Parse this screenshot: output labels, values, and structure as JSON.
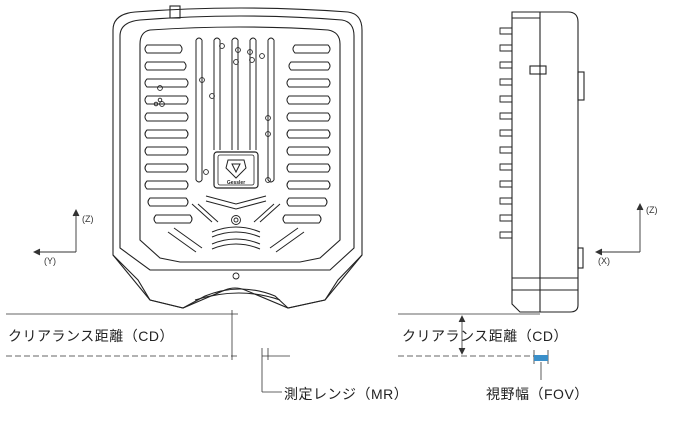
{
  "front_view": {
    "brand_text": "Gessler",
    "axis_z": "(Z)",
    "axis_y": "(Y)"
  },
  "side_view": {
    "axis_z": "(Z)",
    "axis_x": "(X)"
  },
  "labels": {
    "clearance_front": "クリアランス距離（CD）",
    "clearance_side": "クリアランス距離（CD）",
    "measuring_range": "測定レンジ（MR）",
    "field_of_view": "視野幅（FOV）"
  },
  "colors": {
    "line": "#222222",
    "fov_marker": "#3a8fc9"
  }
}
